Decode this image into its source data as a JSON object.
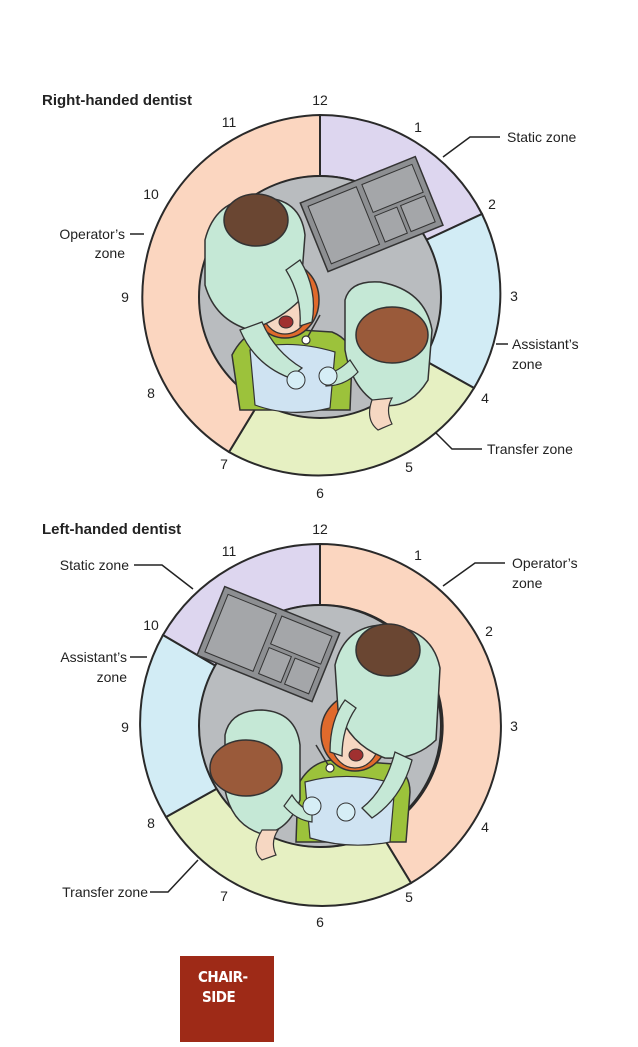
{
  "diagrams": [
    {
      "title": "Right-handed dentist",
      "clock": [
        "12",
        "1",
        "2",
        "3",
        "4",
        "5",
        "6",
        "7",
        "8",
        "9",
        "10",
        "11"
      ],
      "zones": {
        "static": [
          "Static zone"
        ],
        "assistant": [
          "Assistant’s",
          "zone"
        ],
        "transfer": [
          "Transfer zone"
        ],
        "operator": [
          "Operator’s",
          "zone"
        ]
      }
    },
    {
      "title": "Left-handed dentist",
      "clock": [
        "12",
        "1",
        "2",
        "3",
        "4",
        "5",
        "6",
        "7",
        "8",
        "9",
        "10",
        "11"
      ],
      "zones": {
        "static": [
          "Static zone"
        ],
        "assistant": [
          "Assistant’s",
          "zone"
        ],
        "transfer": [
          "Transfer zone"
        ],
        "operator": [
          "Operator’s",
          "zone"
        ]
      }
    }
  ],
  "badge": {
    "line1": "CHAIR-",
    "line2": "SIDE"
  },
  "colors": {
    "static": "#ddd6ef",
    "assistant": "#d2ecf5",
    "transfer": "#e6f0c2",
    "operator": "#fbd6c0",
    "inner": "#b9bcbf",
    "scrubs": "#c5e8d6",
    "hair_patient": "#e06a2c",
    "hair_operator": "#6a4632",
    "hair_assistant": "#9a5a3a",
    "badge": "#9e2a17"
  }
}
